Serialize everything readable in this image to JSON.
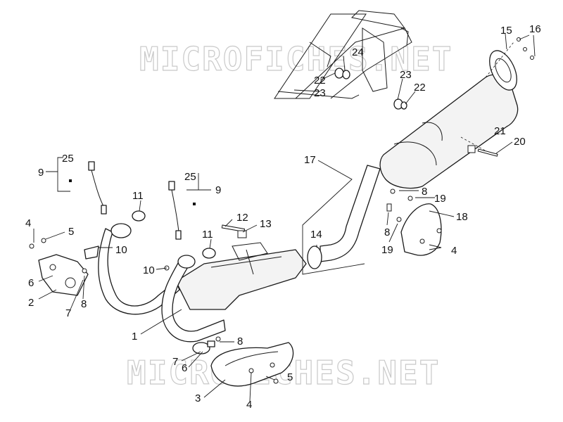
{
  "watermark": {
    "text": "MICROFICHES.NET"
  },
  "callouts": {
    "c1": "1",
    "c2": "2",
    "c3": "3",
    "c4a": "4",
    "c4b": "4",
    "c4c": "4",
    "c5a": "5",
    "c5b": "5",
    "c6a": "6",
    "c6b": "6",
    "c7a": "7",
    "c7b": "7",
    "c8a": "8",
    "c8b": "8",
    "c8c": "8",
    "c8d": "8",
    "c9a": "9",
    "c9b": "9",
    "c10a": "10",
    "c10b": "10",
    "c11a": "11",
    "c11b": "11",
    "c12": "12",
    "c13": "13",
    "c14": "14",
    "c15": "15",
    "c16": "16",
    "c17": "17",
    "c18": "18",
    "c19a": "19",
    "c19b": "19",
    "c20": "20",
    "c21": "21",
    "c22a": "22",
    "c22b": "22",
    "c23a": "23",
    "c23b": "23",
    "c24": "24",
    "c25a": "25",
    "c25b": "25"
  }
}
